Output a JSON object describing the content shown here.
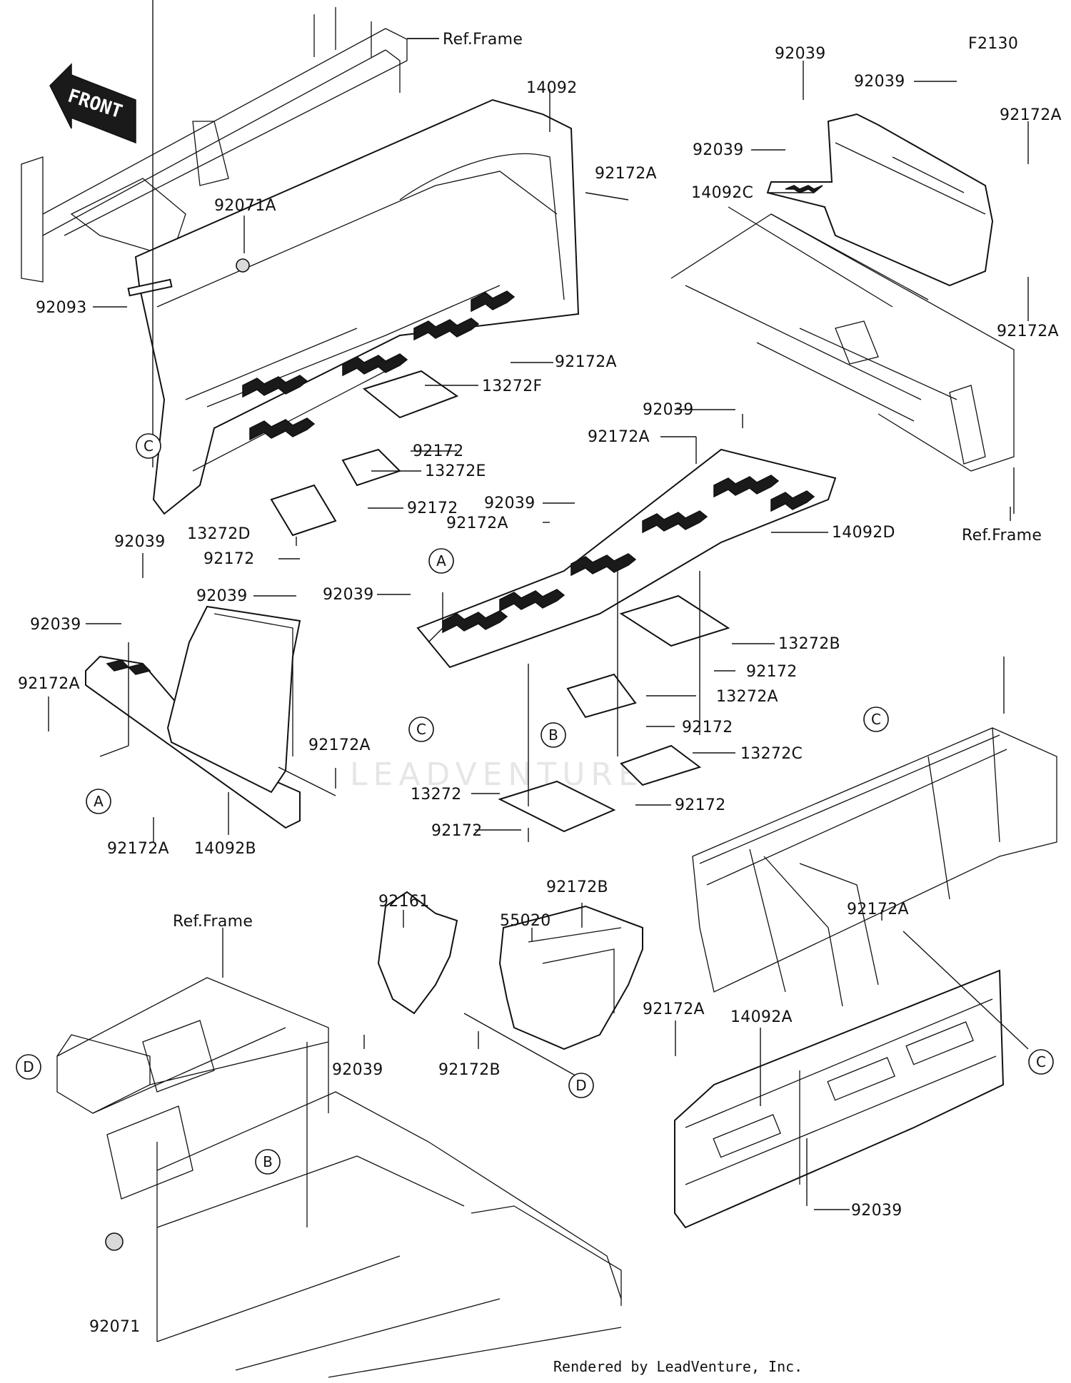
{
  "diagram_code": "F2130",
  "front_label": "FRONT",
  "watermark": "LEADVENTURE",
  "footer": "Rendered by LeadVenture, Inc.",
  "ref_frame": "Ref.Frame",
  "callouts": {
    "A": "A",
    "B": "B",
    "C": "C",
    "D": "D"
  },
  "labels": {
    "l_14092": "14092",
    "l_92172A_1": "92172A",
    "l_92071A": "92071A",
    "l_92093": "92093",
    "l_92172A_2": "92172A",
    "l_13272F": "13272F",
    "l_92172_1": "92172",
    "l_13272E": "13272E",
    "l_92172_2": "92172",
    "l_13272D": "13272D",
    "l_92172_3": "92172",
    "l_92039_top1": "92039",
    "l_92039_top2": "92039",
    "l_92172A_top": "92172A",
    "l_92039_top3": "92039",
    "l_14092C": "14092C",
    "l_92172A_top2": "92172A",
    "l_92039_mid1": "92039",
    "l_92172A_mid1": "92172A",
    "l_92039_mid2": "92039",
    "l_92172A_mid2": "92172A",
    "l_14092D": "14092D",
    "l_92039_mid3": "92039",
    "l_13272B": "13272B",
    "l_92172_4": "92172",
    "l_13272A": "13272A",
    "l_92172_5": "92172",
    "l_13272C": "13272C",
    "l_92172_6": "92172",
    "l_13272": "13272",
    "l_92172_7": "92172",
    "l_92039_left1": "92039",
    "l_92039_left2": "92039",
    "l_92039_left3": "92039",
    "l_92172A_left1": "92172A",
    "l_92172A_left2": "92172A",
    "l_92172A_left3": "92172A",
    "l_14092B": "14092B",
    "l_92172B_1": "92172B",
    "l_92161": "92161",
    "l_55020": "55020",
    "l_92039_b1": "92039",
    "l_92172B_2": "92172B",
    "l_92172A_r1": "92172A",
    "l_92172A_r2": "92172A",
    "l_14092A": "14092A",
    "l_92039_r": "92039",
    "l_92071": "92071"
  }
}
